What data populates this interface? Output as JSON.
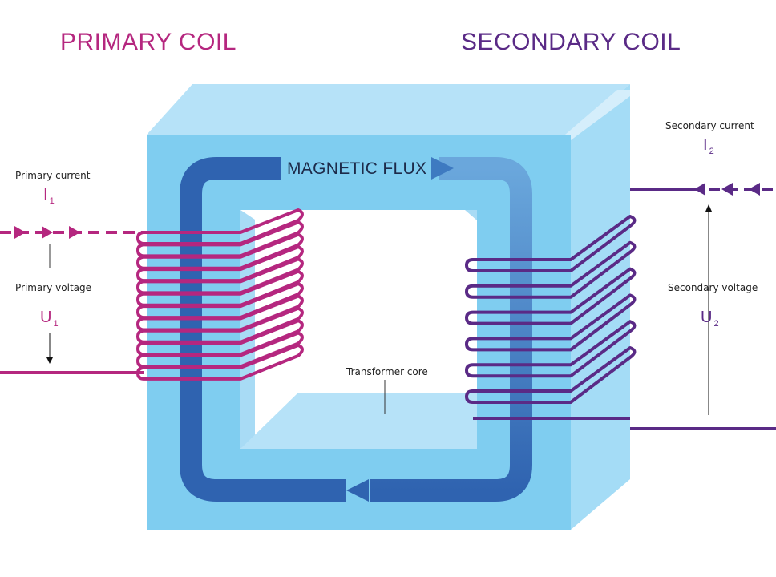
{
  "headings": {
    "primary": "PRIMARY COIL",
    "secondary": "SECONDARY COIL"
  },
  "labels": {
    "magnetic_flux": "MAGNETIC FLUX",
    "transformer_core": "Transformer core",
    "primary_current": "Primary current",
    "primary_voltage": "Primary voltage",
    "secondary_current": "Secondary current",
    "secondary_voltage": "Secondary voltage"
  },
  "symbols": {
    "primary_current": {
      "letter": "I",
      "sub": "1"
    },
    "primary_voltage": {
      "letter": "U",
      "sub": "1"
    },
    "secondary_current": {
      "letter": "I",
      "sub": "2"
    },
    "secondary_voltage": {
      "letter": "U",
      "sub": "2"
    }
  },
  "coils": {
    "primary_turns": 12,
    "secondary_turns": 6
  },
  "colors": {
    "primary": "#b5277f",
    "secondary": "#5a2a86",
    "core_front": "#7fcdf0",
    "core_top": "#b6e2f8",
    "core_side": "#a4dcf6",
    "flux": "#3568b4"
  }
}
